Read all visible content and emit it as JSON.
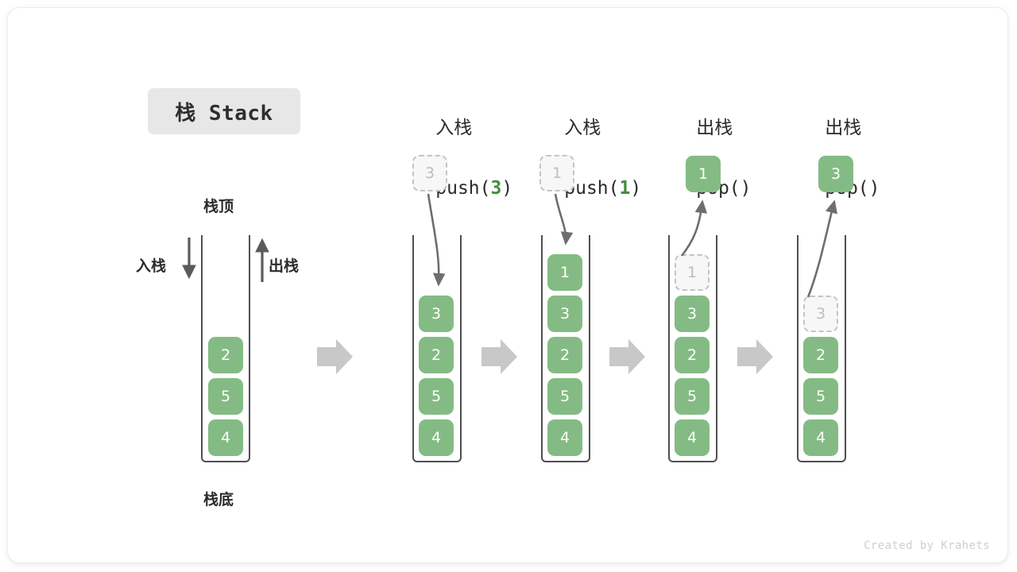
{
  "figure": {
    "title": "栈 Stack",
    "credit": "Created by Krahets",
    "colors": {
      "element_fill": "#84bb84",
      "element_text": "#ffffff",
      "ghost_fill": "#f7f7f7",
      "ghost_border": "#c4c4c4",
      "ghost_text": "#bdbdbd",
      "arrow": "#6e6e6e",
      "separator_arrow": "#c8c8c8",
      "title_chip_bg": "#e7e7e7",
      "code_arg": "#3f8f3f"
    }
  },
  "legend": {
    "top_label": "栈顶",
    "bottom_label": "栈底",
    "push_label": "入栈",
    "pop_label": "出栈",
    "push_arrow_direction": "down",
    "pop_arrow_direction": "up"
  },
  "steps": [
    {
      "id": "initial",
      "head_cjk": "",
      "head_code": "",
      "stack": [
        "2",
        "5",
        "4"
      ],
      "ghost_in_stack": null,
      "floating_box": null,
      "floating_state": null
    },
    {
      "id": "push-3",
      "head_cjk": "入栈",
      "head_code_prefix": "push(",
      "head_code_arg": "3",
      "head_code_suffix": ")",
      "stack": [
        "3",
        "2",
        "5",
        "4"
      ],
      "ghost_in_stack": null,
      "floating_box": "3",
      "floating_state": "ghost"
    },
    {
      "id": "push-1",
      "head_cjk": "入栈",
      "head_code_prefix": "push(",
      "head_code_arg": "1",
      "head_code_suffix": ")",
      "stack": [
        "1",
        "3",
        "2",
        "5",
        "4"
      ],
      "ghost_in_stack": null,
      "floating_box": "1",
      "floating_state": "ghost"
    },
    {
      "id": "pop-1",
      "head_cjk": "出栈",
      "head_code_prefix": "pop(",
      "head_code_arg": "",
      "head_code_suffix": ")",
      "stack": [
        "3",
        "2",
        "5",
        "4"
      ],
      "ghost_in_stack": "1",
      "floating_box": "1",
      "floating_state": "solid"
    },
    {
      "id": "pop-3",
      "head_cjk": "出栈",
      "head_code_prefix": "pop(",
      "head_code_arg": "",
      "head_code_suffix": ")",
      "stack": [
        "2",
        "5",
        "4"
      ],
      "ghost_in_stack": "3",
      "floating_box": "3",
      "floating_state": "solid"
    }
  ],
  "separators": [
    "→",
    "→",
    "→",
    "→"
  ]
}
